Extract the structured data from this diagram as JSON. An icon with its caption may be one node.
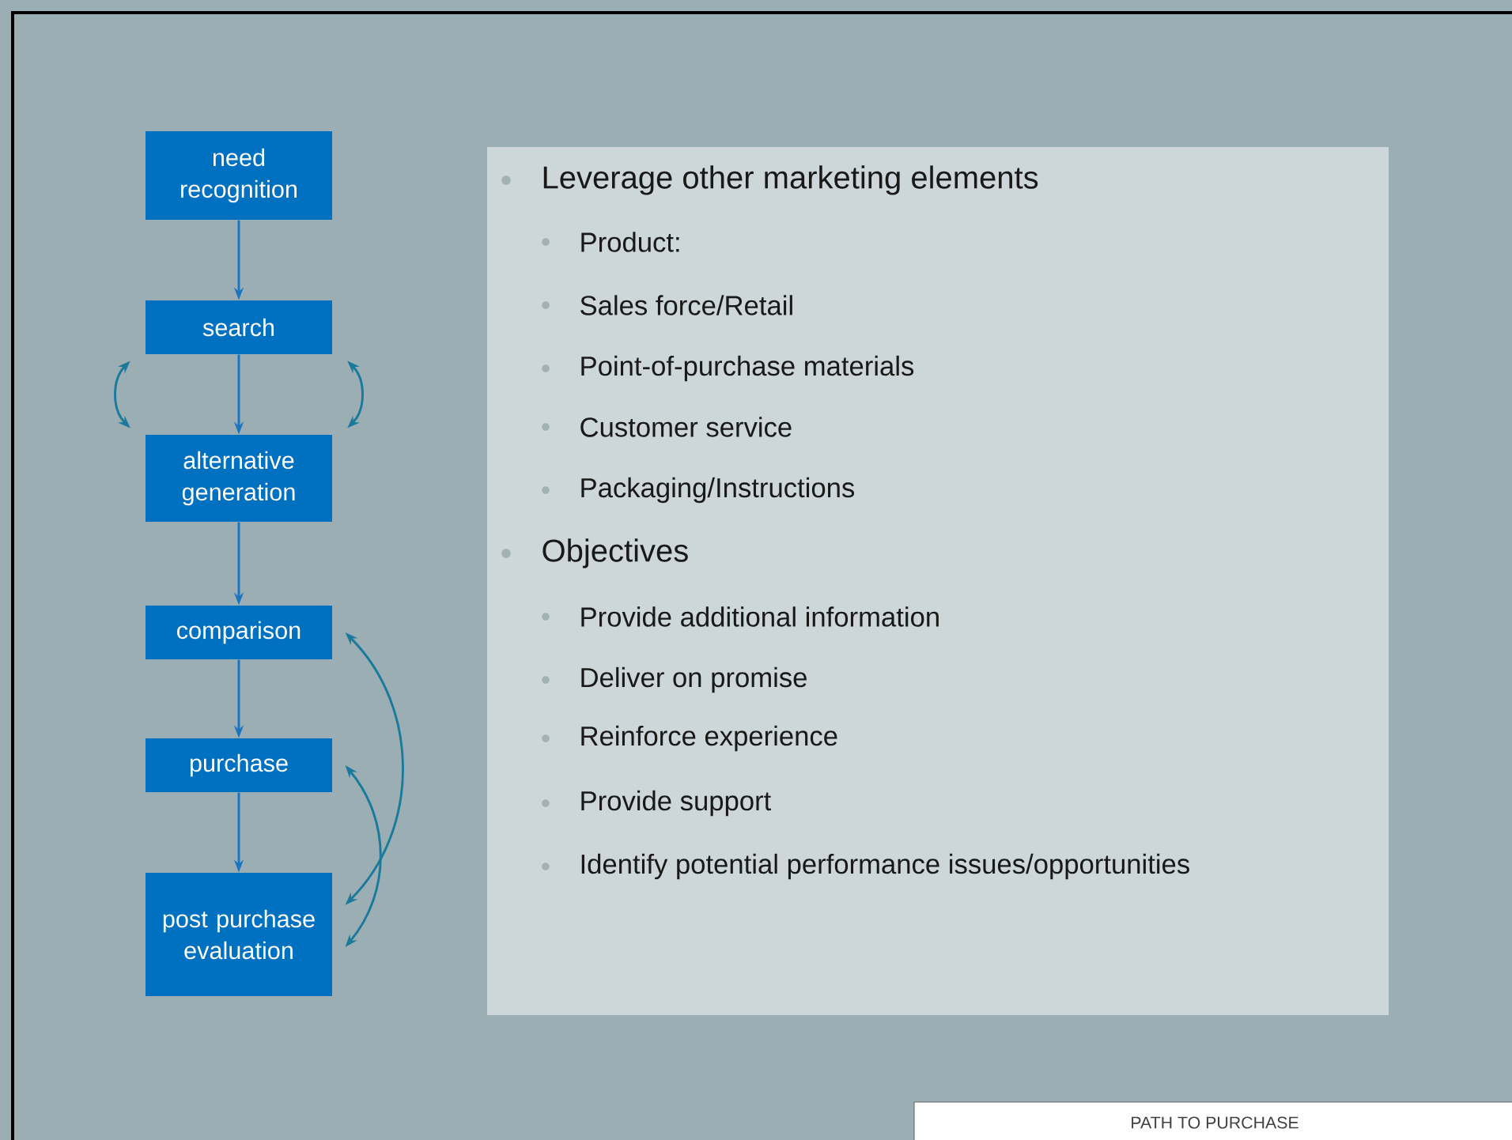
{
  "diagram": {
    "nodes": [
      {
        "text": [
          "need recognition"
        ]
      },
      {
        "text": [
          "search"
        ]
      },
      {
        "text": [
          "alternative generation"
        ]
      },
      {
        "text": [
          "comparison"
        ]
      },
      {
        "text": [
          "purchase"
        ]
      },
      {
        "text": [
          "post purchase evaluation"
        ]
      },
      {
        "text": [
          "Leverage other marketing elements",
          "Product:",
          "Sales force/Retail",
          "Point-of-purchase materials",
          "Customer service",
          "Packaging/Instructions",
          "Objectives",
          "Provide additional information",
          "Deliver on promise",
          "Reinforce experience",
          "Provide support",
          "Identify potential performance issues/opportunities"
        ]
      },
      {
        "text": [
          "PATH TO PURCHASE"
        ]
      }
    ],
    "edges": [
      {
        "from": 0,
        "to": 1,
        "arrow": "to"
      },
      {
        "from": 1,
        "to": 2,
        "arrow": "to"
      },
      {
        "from": 2,
        "to": 3,
        "arrow": "to"
      },
      {
        "from": 3,
        "to": 4,
        "arrow": "to"
      },
      {
        "from": 4,
        "to": 5,
        "arrow": "to"
      },
      {
        "from": 1,
        "to": 2,
        "arrow": "both",
        "color": "#1b7a9c"
      },
      {
        "from": 1,
        "to": 2,
        "arrow": "both",
        "color": "#1b7a9c"
      },
      {
        "from": 5,
        "to": 3,
        "arrow": "both",
        "color": "#1b7a9c"
      },
      {
        "from": 5,
        "to": 4,
        "arrow": "both",
        "color": "#1b7a9c"
      }
    ]
  }
}
